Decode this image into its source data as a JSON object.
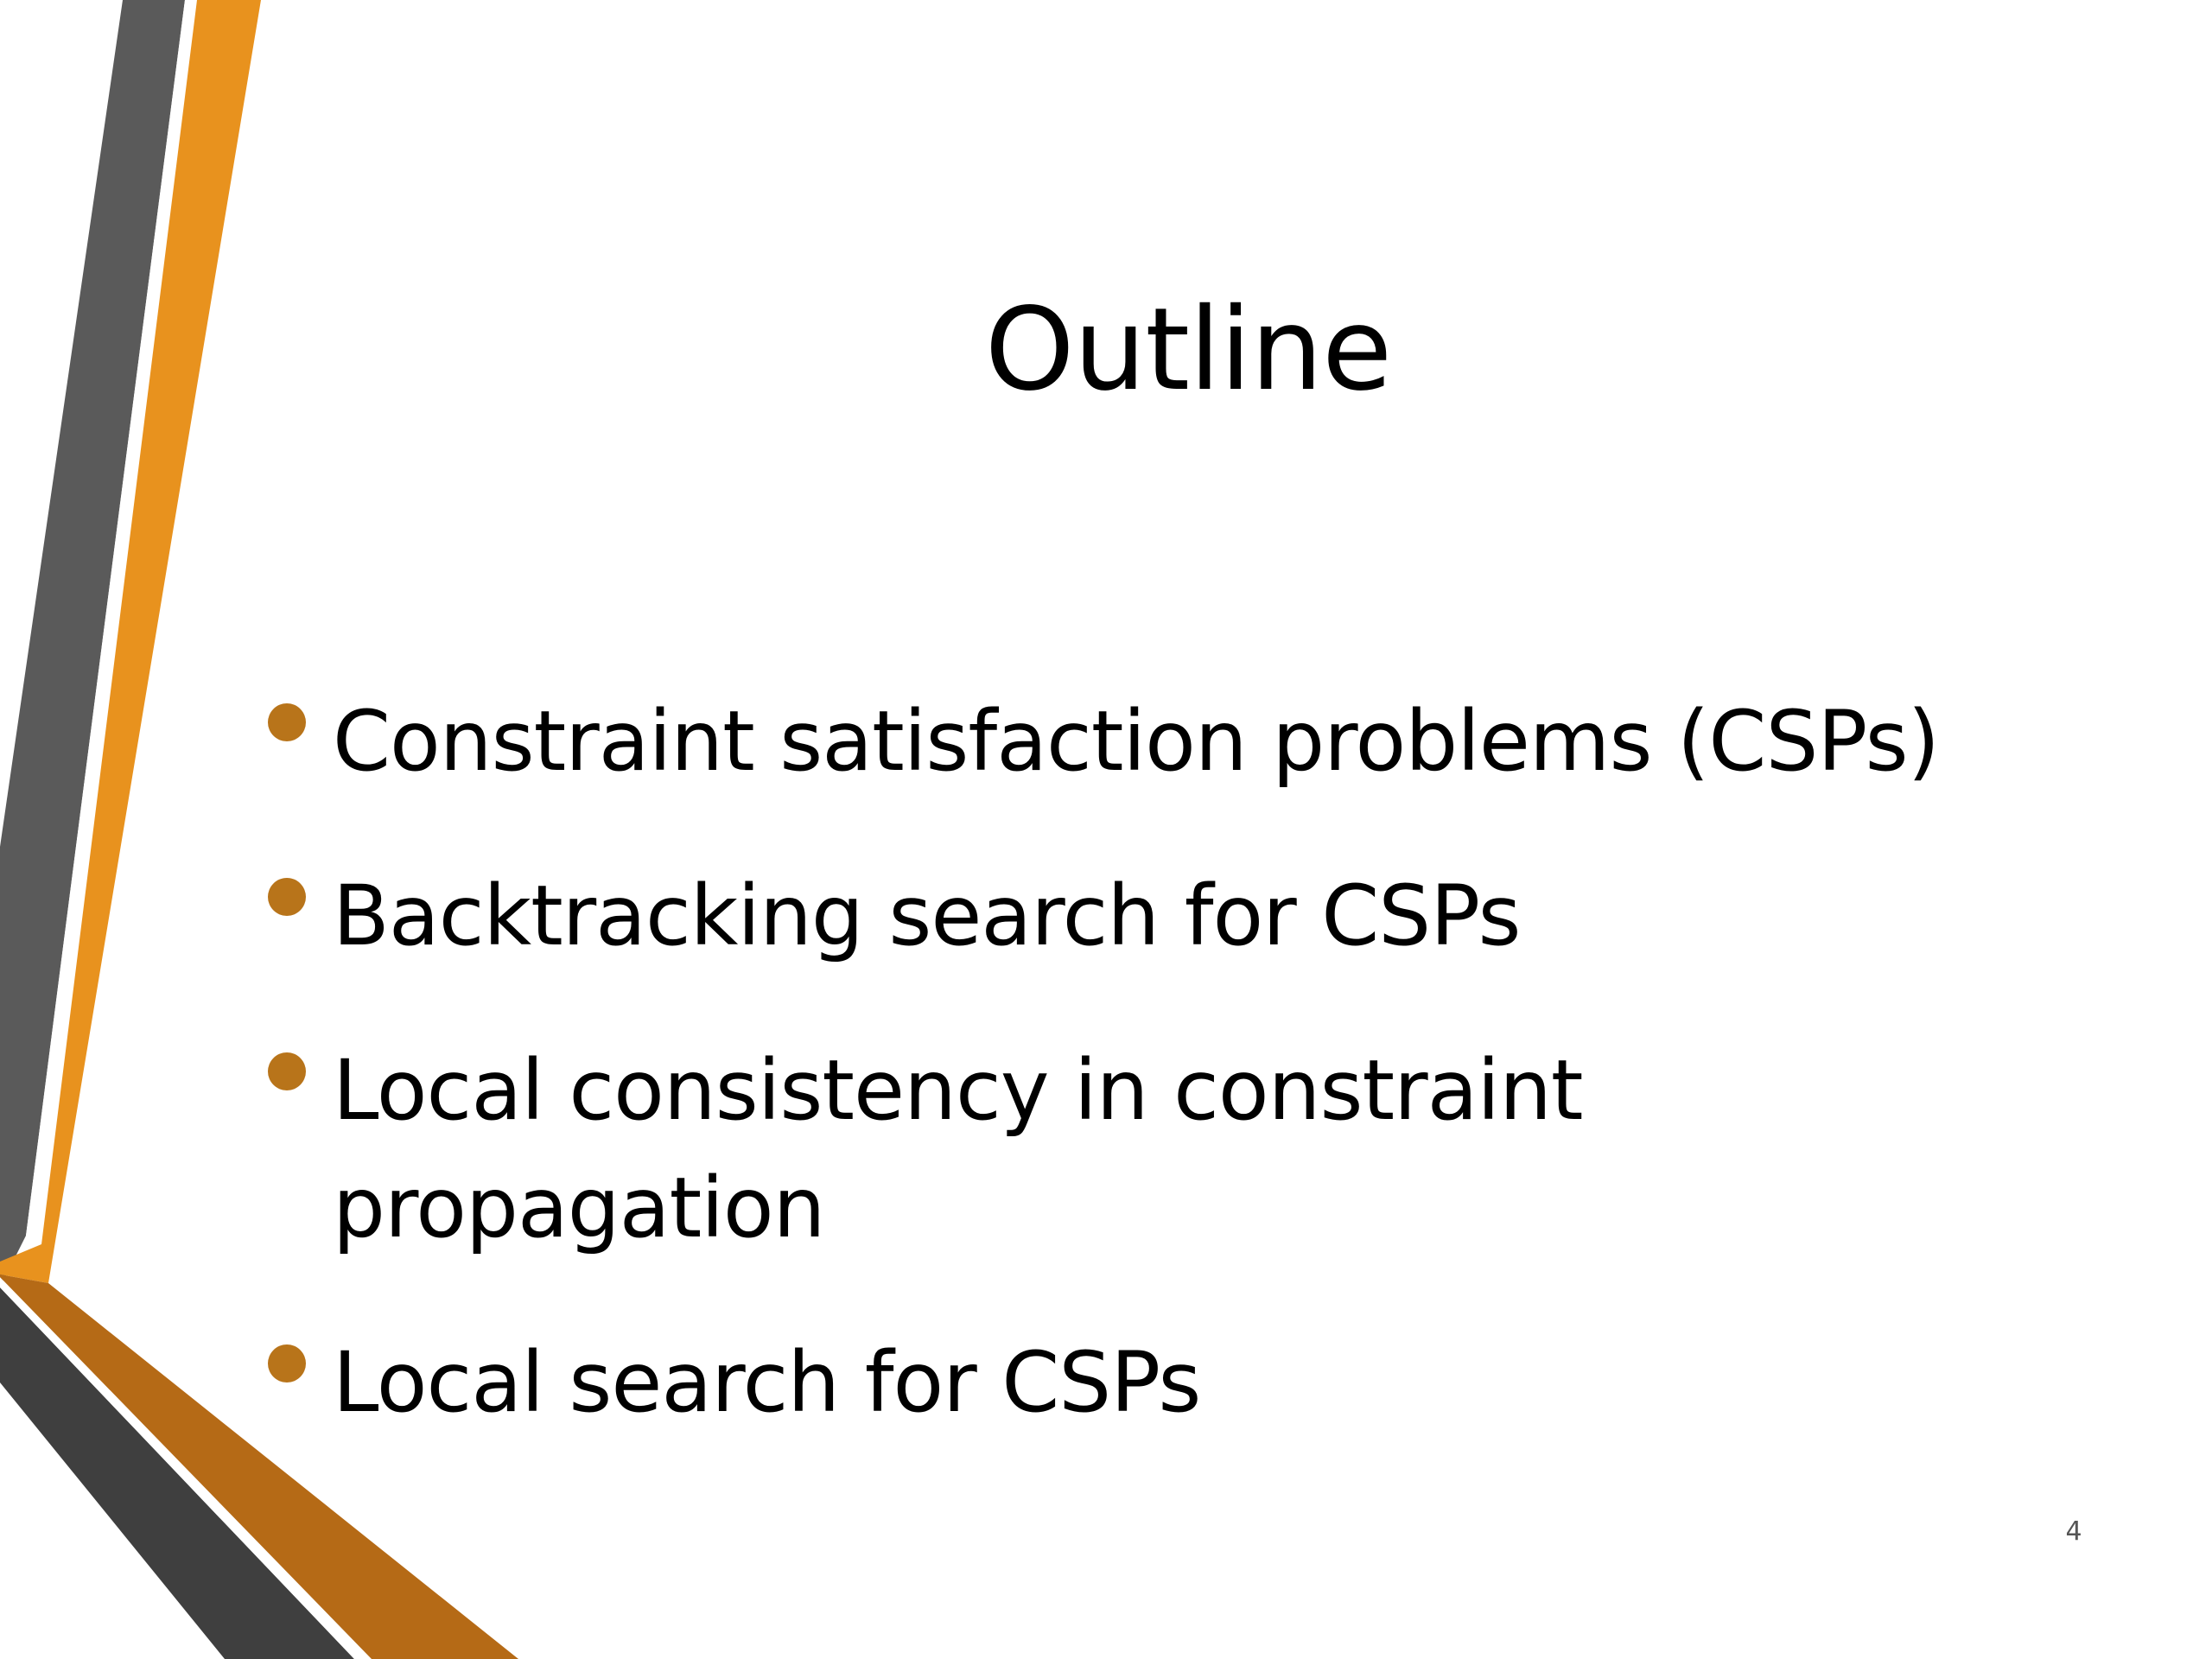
{
  "slide": {
    "title": "Outline",
    "bullets": [
      {
        "text": "Constraint satisfaction problems (CSPs)"
      },
      {
        "text": "Backtracking search for CSPs"
      },
      {
        "text": "Local consistency in constraint propagation"
      },
      {
        "text": "Local search for CSPs"
      }
    ],
    "page_number": "4"
  },
  "colors": {
    "background": "#ffffff",
    "accent_orange": "#E8921E",
    "accent_dark_orange": "#B56A16",
    "accent_gray": "#5A5A5A",
    "accent_dark": "#3F3F3F",
    "bullet": "#B8741A"
  }
}
